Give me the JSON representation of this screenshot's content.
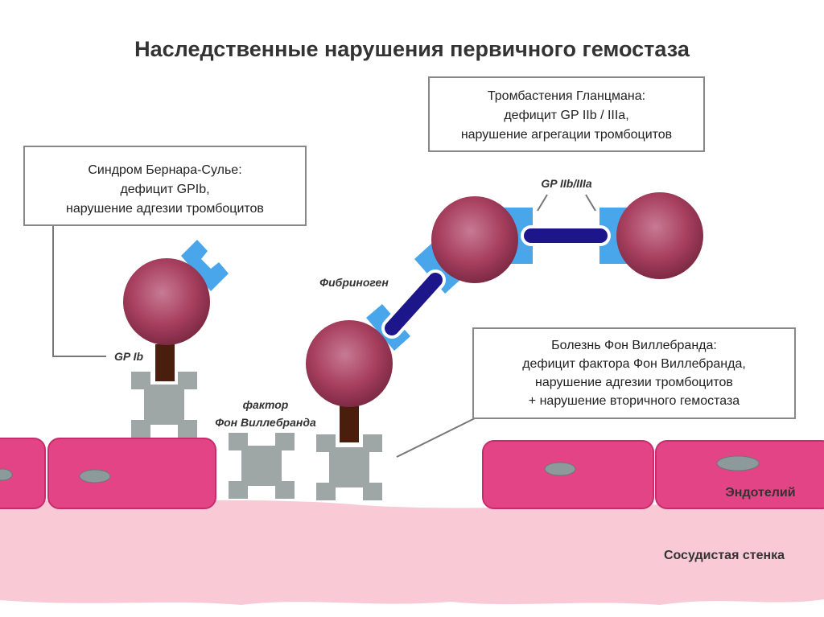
{
  "title": "Наследственные нарушения первичного гемостаза",
  "box_bernard": [
    "Синдром Бернара-Сулье:",
    "дефицит GPIb,",
    "нарушение адгезии тромбоцитов"
  ],
  "box_glanzmann": [
    "Тромбастения Гланцмана:",
    "дефицит GP IIb / IIIa,",
    "нарушение агрегации тромбоцитов"
  ],
  "box_willebrand": [
    "Болезнь Фон Виллебранда:",
    "дефицит фактора Фон Виллебранда,",
    "нарушение адгезии тромбоцитов",
    "+ нарушение вторичного гемостаза"
  ],
  "labels": {
    "gp_ib": "GP Ib",
    "gp_iib_iiia": "GP IIb/IIIa",
    "fibrinogen": "Фибриноген",
    "vwf_line1": "фактор",
    "vwf_line2": "Фон Виллебранда",
    "endothelium": "Эндотелий",
    "vessel_wall": "Сосудистая стенка"
  },
  "colors": {
    "platelet": "#a8405f",
    "receptor": "#4aa6ea",
    "fibrinogen": "#1c168a",
    "vwf": "#9ea7a6",
    "endothelium": "#e34486",
    "vessel_wall": "#f9c9d6"
  }
}
